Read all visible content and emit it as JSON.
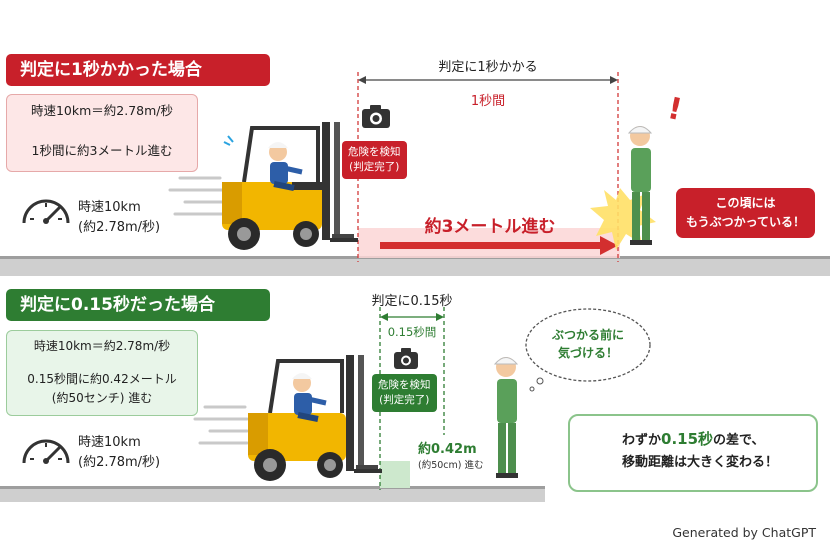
{
  "top": {
    "header": "判定に1秒かかった場合",
    "calc_line1": "時速10km＝約2.78m/秒",
    "calc_line2": "1秒間に約3メートル進む",
    "speed_line1": "時速10km",
    "speed_line2": "(約2.78m/秒)",
    "camera_tag_line1": "危険を検知",
    "camera_tag_line2": "(判定完了)",
    "span_label": "判定に1秒かかる",
    "span_time": "1秒間",
    "distance_label": "約3メートル進む",
    "collision_line1": "この頃には",
    "collision_line2": "もうぶつかっている！",
    "exclamation": "!"
  },
  "bottom": {
    "header": "判定に0.15秒だった場合",
    "calc_line1": "時速10km＝約2.78m/秒",
    "calc_line2": "0.15秒間に約0.42メートル",
    "calc_line3": "(約50センチ) 進む",
    "speed_line1": "時速10km",
    "speed_line2": "(約2.78m/秒)",
    "span_label": "判定に0.15秒",
    "span_time": "0.15秒間",
    "camera_tag_line1": "危険を検知",
    "camera_tag_line2": "(判定完了)",
    "distance_main": "約0.42m",
    "distance_sub": "(約50cm) 進む",
    "bubble_line1": "ぶつかる前に",
    "bubble_line2": "気づける！",
    "tip_part1": "わずか",
    "tip_highlight": "0.15秒",
    "tip_part2": "の差で、",
    "tip_line2": "移動距離は大きく変わる！"
  },
  "footer": "Generated by ChatGPT",
  "icons": [
    "speedometer-icon",
    "camera-icon",
    "forklift-icon",
    "worker-icon",
    "lightbulb-icon",
    "arrow-down-icon",
    "exclamation-icon"
  ],
  "colors": {
    "red": "#c8202a",
    "green": "#2e7d32",
    "forklift_yellow": "#f2b600",
    "ground": "#bdbdbd"
  }
}
